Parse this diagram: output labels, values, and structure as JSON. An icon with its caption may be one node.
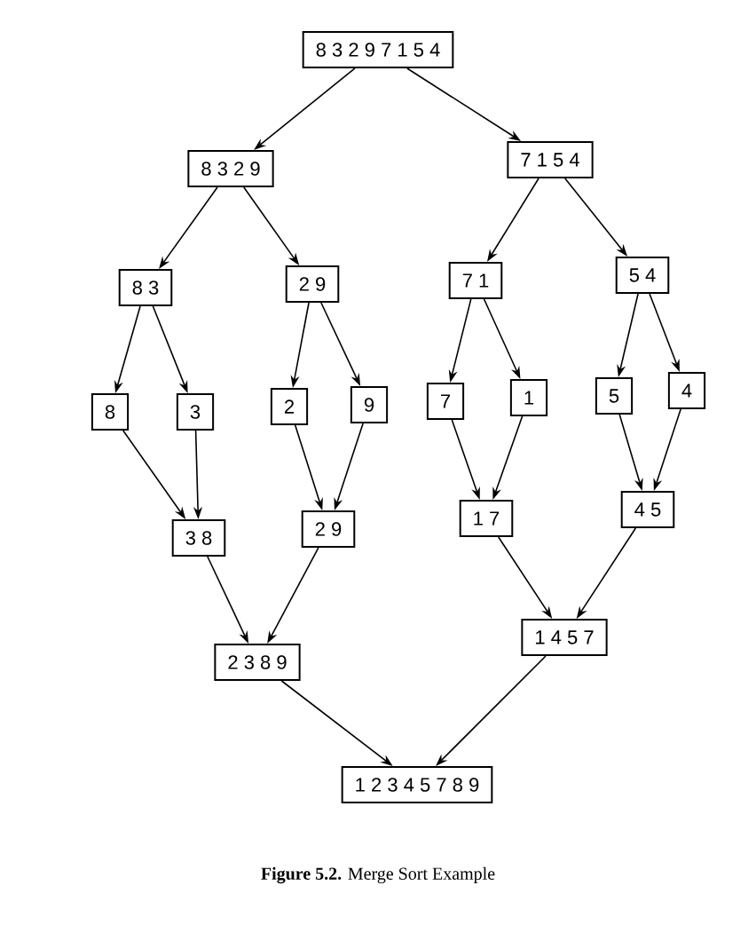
{
  "diagram": {
    "caption": "**Figure 5.2.** Merge Sort Example",
    "nodes": [
      {
        "text": [
          "8 3 2 9 7 1 5 4"
        ]
      },
      {
        "text": [
          "8 3 2 9"
        ]
      },
      {
        "text": [
          "7 1 5 4"
        ]
      },
      {
        "text": [
          "8 3"
        ]
      },
      {
        "text": [
          "2 9"
        ]
      },
      {
        "text": [
          "7 1"
        ]
      },
      {
        "text": [
          "5 4"
        ]
      },
      {
        "text": [
          "8"
        ]
      },
      {
        "text": [
          "3"
        ]
      },
      {
        "text": [
          "2"
        ]
      },
      {
        "text": [
          "9"
        ]
      },
      {
        "text": [
          "7"
        ]
      },
      {
        "text": [
          "1"
        ]
      },
      {
        "text": [
          "5"
        ]
      },
      {
        "text": [
          "4"
        ]
      },
      {
        "text": [
          "3 8"
        ]
      },
      {
        "text": [
          "2 9"
        ]
      },
      {
        "text": [
          "1 7"
        ]
      },
      {
        "text": [
          "4 5"
        ]
      },
      {
        "text": [
          "2 3 8 9"
        ]
      },
      {
        "text": [
          "1 4 5 7"
        ]
      },
      {
        "text": [
          "1 2 3 4 5 7 8 9"
        ]
      }
    ],
    "edges": [
      {
        "from": 0,
        "to": 1,
        "arrow": "to"
      },
      {
        "from": 0,
        "to": 2,
        "arrow": "to"
      },
      {
        "from": 1,
        "to": 3,
        "arrow": "to"
      },
      {
        "from": 1,
        "to": 4,
        "arrow": "to"
      },
      {
        "from": 2,
        "to": 5,
        "arrow": "to"
      },
      {
        "from": 2,
        "to": 6,
        "arrow": "to"
      },
      {
        "from": 3,
        "to": 7,
        "arrow": "to"
      },
      {
        "from": 3,
        "to": 8,
        "arrow": "to"
      },
      {
        "from": 4,
        "to": 9,
        "arrow": "to"
      },
      {
        "from": 4,
        "to": 10,
        "arrow": "to"
      },
      {
        "from": 5,
        "to": 11,
        "arrow": "to"
      },
      {
        "from": 5,
        "to": 12,
        "arrow": "to"
      },
      {
        "from": 6,
        "to": 13,
        "arrow": "to"
      },
      {
        "from": 6,
        "to": 14,
        "arrow": "to"
      },
      {
        "from": 7,
        "to": 15,
        "arrow": "to"
      },
      {
        "from": 8,
        "to": 15,
        "arrow": "to"
      },
      {
        "from": 9,
        "to": 16,
        "arrow": "to"
      },
      {
        "from": 10,
        "to": 16,
        "arrow": "to"
      },
      {
        "from": 11,
        "to": 17,
        "arrow": "to"
      },
      {
        "from": 12,
        "to": 17,
        "arrow": "to"
      },
      {
        "from": 13,
        "to": 18,
        "arrow": "to"
      },
      {
        "from": 14,
        "to": 18,
        "arrow": "to"
      },
      {
        "from": 15,
        "to": 19,
        "arrow": "to"
      },
      {
        "from": 16,
        "to": 19,
        "arrow": "to"
      },
      {
        "from": 17,
        "to": 20,
        "arrow": "to"
      },
      {
        "from": 18,
        "to": 20,
        "arrow": "to"
      },
      {
        "from": 19,
        "to": 21,
        "arrow": "to"
      },
      {
        "from": 20,
        "to": 21,
        "arrow": "to"
      }
    ]
  }
}
